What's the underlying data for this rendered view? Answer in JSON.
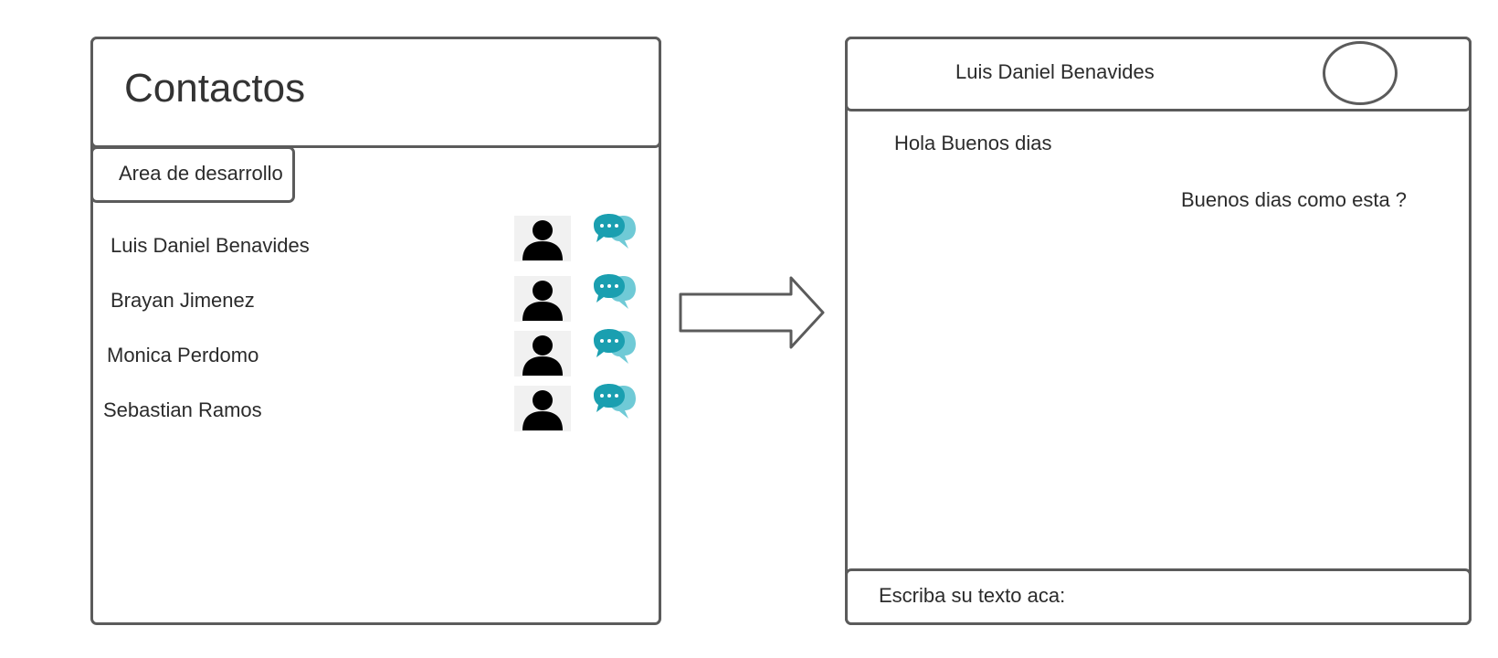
{
  "contacts": {
    "title": "Contactos",
    "department_tab": "Area de desarrollo",
    "items": [
      {
        "name": "Luis Daniel Benavides",
        "avatar_icon": "person-icon",
        "chat_icon": "chat-bubbles-icon"
      },
      {
        "name": "Brayan Jimenez",
        "avatar_icon": "person-icon",
        "chat_icon": "chat-bubbles-icon"
      },
      {
        "name": "Monica Perdomo",
        "avatar_icon": "person-icon",
        "chat_icon": "chat-bubbles-icon"
      },
      {
        "name": "Sebastian Ramos",
        "avatar_icon": "person-icon",
        "chat_icon": "chat-bubbles-icon"
      }
    ]
  },
  "flow": {
    "arrow_icon": "right-arrow-icon"
  },
  "chat": {
    "contact_name": "Luis Daniel Benavides",
    "messages": [
      {
        "text": "Hola Buenos dias",
        "side": "left"
      },
      {
        "text": "Buenos dias como esta ?",
        "side": "right"
      }
    ],
    "input_placeholder": "Escriba su texto aca:"
  },
  "colors": {
    "border": "#5b5b5b",
    "chat_icon_primary": "#1a9fb0",
    "chat_icon_secondary": "#6fcad6",
    "avatar_fill": "#000000",
    "avatar_tile": "#f1f1f1"
  }
}
